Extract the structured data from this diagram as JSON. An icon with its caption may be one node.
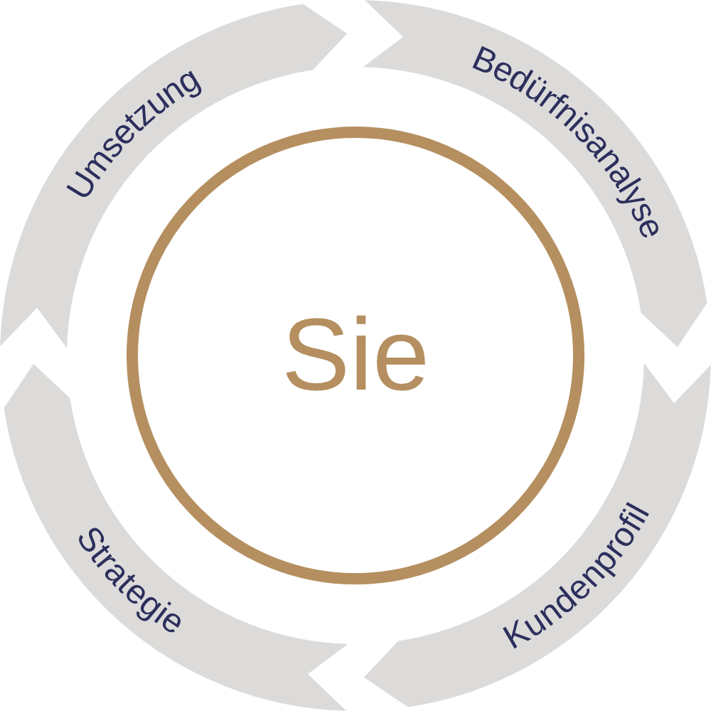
{
  "diagram": {
    "nodes": [
      {
        "text": [
          "Bedürfnisanalyse"
        ]
      },
      {
        "text": [
          "Kundenprofil"
        ]
      },
      {
        "text": [
          "Strategie"
        ]
      },
      {
        "text": [
          "Umsetzung"
        ]
      },
      {
        "text": [
          "Sie"
        ]
      }
    ]
  }
}
